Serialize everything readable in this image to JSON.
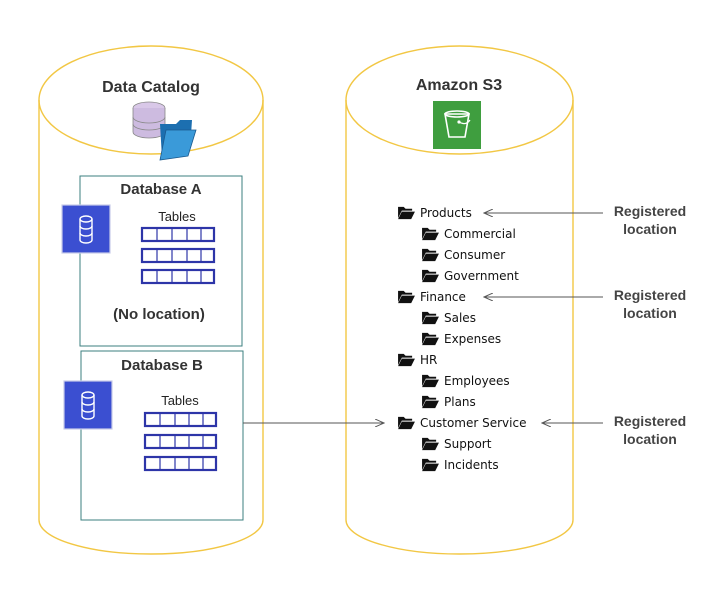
{
  "catalog": {
    "title": "Data Catalog",
    "icon": "data-catalog-folder-icon",
    "databases": [
      {
        "title": "Database A",
        "tables_label": "Tables",
        "note": "(No location)",
        "icon": "database-icon"
      },
      {
        "title": "Database B",
        "tables_label": "Tables",
        "note": "",
        "icon": "database-icon"
      }
    ]
  },
  "s3": {
    "title": "Amazon S3",
    "icon": "s3-bucket-icon",
    "folders": [
      {
        "name": "Products",
        "level": 0
      },
      {
        "name": "Commercial",
        "level": 1
      },
      {
        "name": "Consumer",
        "level": 1
      },
      {
        "name": "Government",
        "level": 1
      },
      {
        "name": "Finance",
        "level": 0
      },
      {
        "name": "Sales",
        "level": 1
      },
      {
        "name": "Expenses",
        "level": 1
      },
      {
        "name": "HR",
        "level": 0
      },
      {
        "name": "Employees",
        "level": 1
      },
      {
        "name": "Plans",
        "level": 1
      },
      {
        "name": "Customer Service",
        "level": 0
      },
      {
        "name": "Support",
        "level": 1
      },
      {
        "name": "Incidents",
        "level": 1
      }
    ]
  },
  "registered_labels": [
    {
      "line1": "Registered",
      "line2": "location",
      "folder": "Products"
    },
    {
      "line1": "Registered",
      "line2": "location",
      "folder": "Finance"
    },
    {
      "line1": "Registered",
      "line2": "location",
      "folder": "Customer Service"
    }
  ],
  "colors": {
    "cylinder_stroke": "#f2c744",
    "db_box_stroke": "#3b7f7f",
    "db_icon": "#3b4fd1",
    "table_stroke": "#2d35a8",
    "s3_green": "#3f9e3f",
    "arrow": "#555555"
  }
}
